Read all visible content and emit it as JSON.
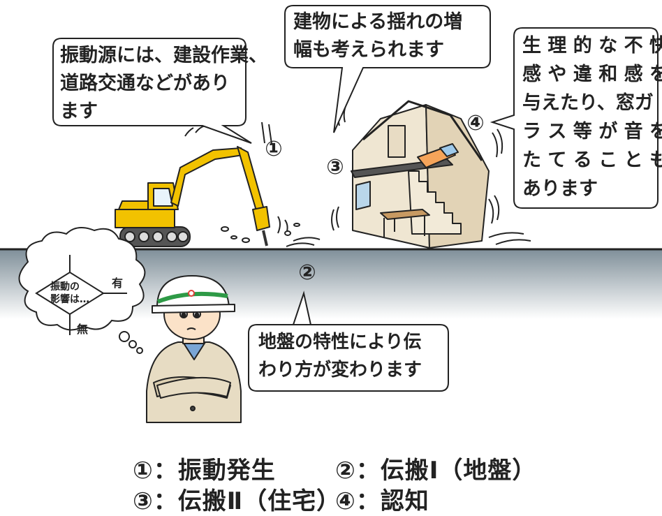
{
  "bubbles": {
    "source": {
      "text": "振動源には、建設作業、\n道路交通などがあり\nます"
    },
    "building": {
      "text": "建物による揺れの増\n幅も考えられます"
    },
    "perception": {
      "text": "生 理 的 な 不 快\n感 や 違 和 感 を\n与えたり、窓ガ\nラ ス 等 が 音 を\nた て る こ と も\nあります"
    },
    "ground": {
      "text": "地盤の特性により伝\nわり方が変わります"
    }
  },
  "markers": {
    "m1": "①",
    "m2": "②",
    "m3": "③",
    "m4": "④"
  },
  "thought": {
    "question": "振動の\n影響は…",
    "yes": "有",
    "no": "無"
  },
  "legend": {
    "item1": "①：振動発生",
    "item2": "②：伝搬Ⅰ（地盤）",
    "item3": "③：伝搬Ⅱ（住宅）",
    "item4": "④：認知"
  },
  "colors": {
    "excavator": "#f2c200",
    "house_wall": "#e8dcc4",
    "house_roof": "#555555",
    "helmet": "#ffffff",
    "helmet_stripe": "#2e9a46",
    "jacket": "#e7dcc3",
    "ground_gradient_top": "#7f8f99",
    "ground_gradient_bottom": "#ffffff"
  }
}
